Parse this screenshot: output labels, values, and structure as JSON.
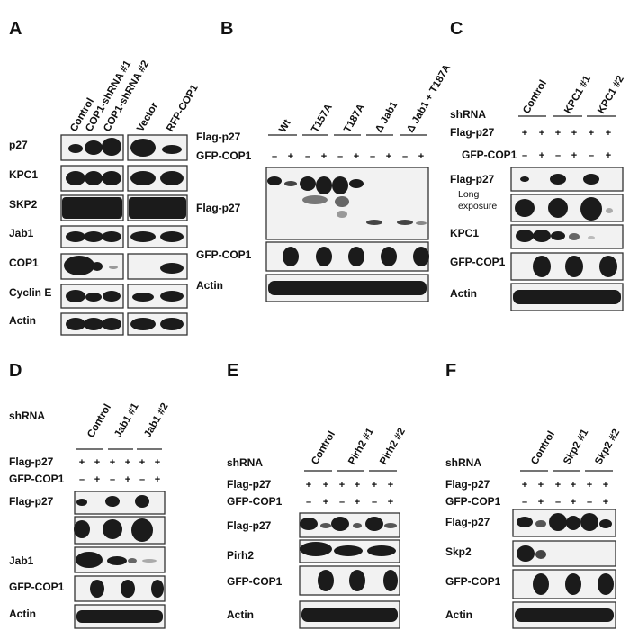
{
  "panels": {
    "A": {
      "letter": "A",
      "lanes_left": [
        "Control",
        "COP1-shRNA #1",
        "COP1-shRNA #2"
      ],
      "lanes_right": [
        "Vector",
        "RFP-COP1"
      ],
      "rows": [
        "p27",
        "KPC1",
        "SKP2",
        "Jab1",
        "COP1",
        "Cyclin E",
        "Actin"
      ]
    },
    "B": {
      "letter": "B",
      "groups": [
        "Wt",
        "T157A",
        "T187A",
        "Δ Jab1",
        "Δ Jab1 + T187A"
      ],
      "cond_rows": [
        "Flag-p27",
        "GFP-COP1"
      ],
      "gfp_signs": [
        "–",
        "+",
        "–",
        "+",
        "–",
        "+",
        "–",
        "+",
        "–",
        "+"
      ],
      "rows": [
        "Flag-p27",
        "GFP-COP1",
        "Actin"
      ]
    },
    "C": {
      "letter": "C",
      "groups": [
        "Control",
        "KPC1 #1",
        "KPC1 #2"
      ],
      "shrna": "shRNA",
      "cond_rows": [
        "Flag-p27",
        "GFP-COP1"
      ],
      "flag_signs": [
        "+",
        "+",
        "+",
        "+",
        "+",
        "+"
      ],
      "gfp_signs": [
        "–",
        "+",
        "–",
        "+",
        "–",
        "+"
      ],
      "rows": [
        "Flag-p27",
        "Long exposure",
        "KPC1",
        "GFP-COP1",
        "Actin"
      ]
    },
    "D": {
      "letter": "D",
      "groups": [
        "Control",
        "Jab1 #1",
        "Jab1 #2"
      ],
      "shrna": "shRNA",
      "cond_rows": [
        "Flag-p27",
        "GFP-COP1"
      ],
      "flag_signs": [
        "+",
        "+",
        "+",
        "+",
        "+",
        "+"
      ],
      "gfp_signs": [
        "–",
        "+",
        "–",
        "+",
        "–",
        "+"
      ],
      "rows": [
        "Flag-p27",
        "",
        "Jab1",
        "GFP-COP1",
        "Actin"
      ]
    },
    "E": {
      "letter": "E",
      "groups": [
        "Control",
        "Pirh2 #1",
        "Pirh2 #2"
      ],
      "shrna": "shRNA",
      "cond_rows": [
        "Flag-p27",
        "GFP-COP1"
      ],
      "flag_signs": [
        "+",
        "+",
        "+",
        "+",
        "+",
        "+"
      ],
      "gfp_signs": [
        "–",
        "+",
        "–",
        "+",
        "–",
        "+"
      ],
      "rows": [
        "Flag-p27",
        "Pirh2",
        "GFP-COP1",
        "Actin"
      ]
    },
    "F": {
      "letter": "F",
      "groups": [
        "Control",
        "Skp2 #1",
        "Skp2 #2"
      ],
      "shrna": "shRNA",
      "cond_rows": [
        "Flag-p27",
        "GFP-COP1"
      ],
      "flag_signs": [
        "+",
        "+",
        "+",
        "+",
        "+",
        "+"
      ],
      "gfp_signs": [
        "–",
        "+",
        "–",
        "+",
        "–",
        "+"
      ],
      "rows": [
        "Flag-p27",
        "Skp2",
        "GFP-COP1",
        "Actin"
      ]
    }
  }
}
